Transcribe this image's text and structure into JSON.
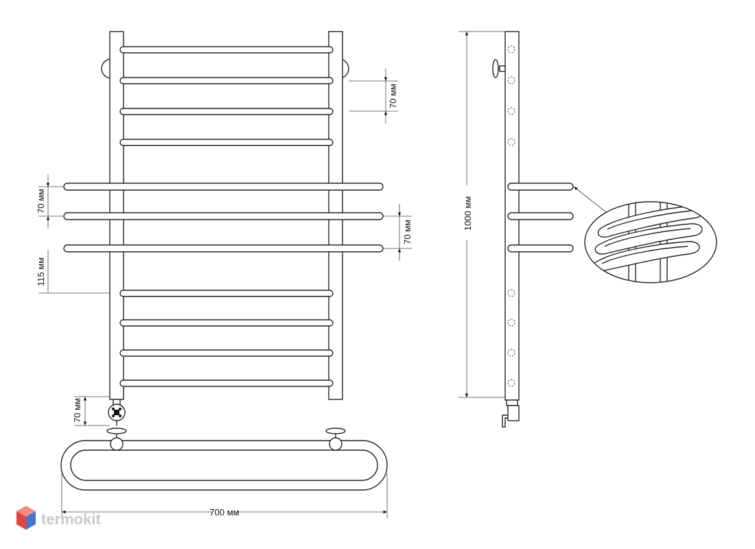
{
  "dimensions": {
    "top_step": "70 мм",
    "left_step": "70 мм",
    "right_step": "70 мм",
    "left_gap": "115 мм",
    "bottom_connection": "70 мм",
    "height": "1000 мм",
    "width": "700 мм"
  },
  "brand": {
    "name": "termokit",
    "logo_icon": "cube-logo-icon"
  },
  "colors": {
    "line": "#222222",
    "background": "#ffffff",
    "logo_red": "#e0443c",
    "logo_blue": "#4a78c8",
    "brand_text": "#c9c9c9"
  }
}
